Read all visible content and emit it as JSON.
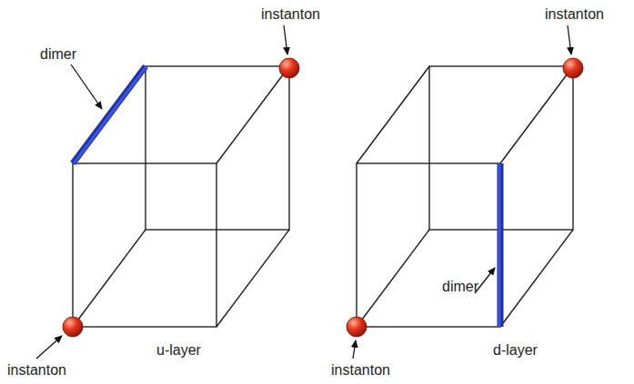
{
  "diagram": {
    "labels": [
      "instanton",
      "dimer",
      "instanton",
      "u-layer",
      "instanton",
      "dimer",
      "instanton",
      "d-layer"
    ]
  }
}
